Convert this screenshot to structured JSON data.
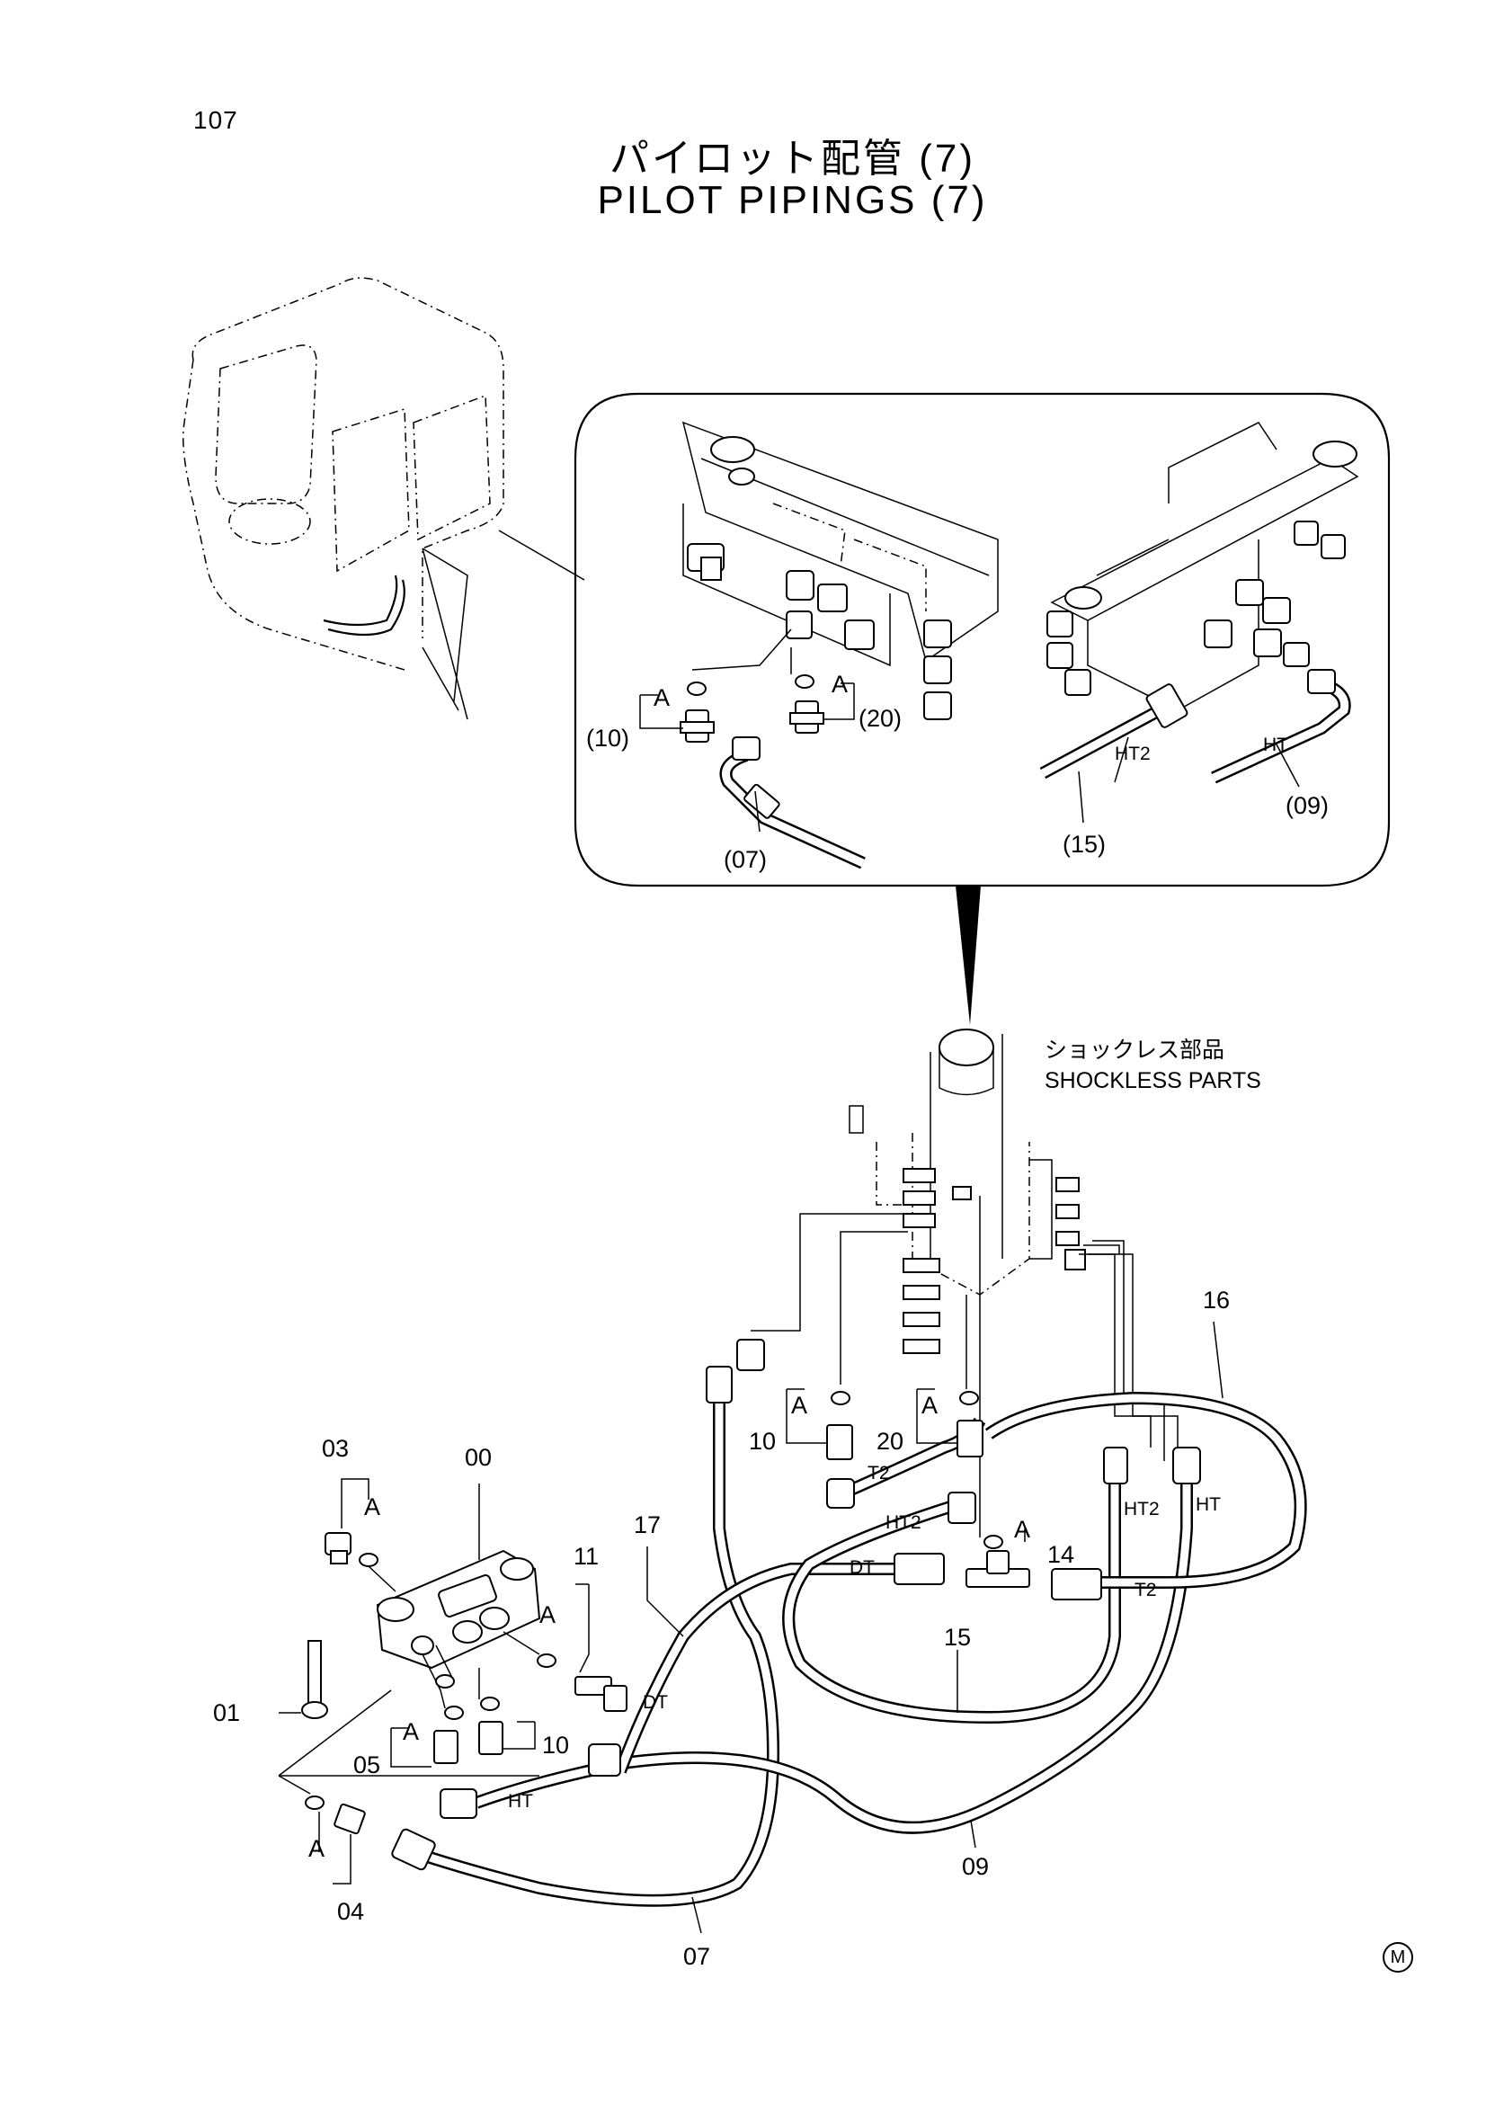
{
  "page_number": "107",
  "title_jp": "パイロット配管 (7)",
  "title_en": "PILOT PIPINGS (7)",
  "shockless_jp": "ショックレス部品",
  "shockless_en": "SHOCKLESS PARTS",
  "detail_labels": {
    "p10": "(10)",
    "p20": "(20)",
    "p07": "(07)",
    "p15": "(15)",
    "p09": "(09)",
    "a1": "A",
    "a2": "A",
    "ht2": "HT2",
    "ht": "HT"
  },
  "main_labels": {
    "p00": "00",
    "p01": "01",
    "p03": "03",
    "p04": "04",
    "p05": "05",
    "p07": "07",
    "p09": "09",
    "p10a": "10",
    "p10b": "10",
    "p11": "11",
    "p14": "14",
    "p15": "15",
    "p16": "16",
    "p17": "17",
    "p20": "20",
    "a": "A"
  },
  "hose_tags": {
    "t2a": "T2",
    "ht2a": "HT2",
    "ht2b": "HT2",
    "ht_a": "HT",
    "ht_b": "HT",
    "dt_a": "DT",
    "dt_b": "DT",
    "t2b": "T2"
  },
  "corner_mark": "M"
}
